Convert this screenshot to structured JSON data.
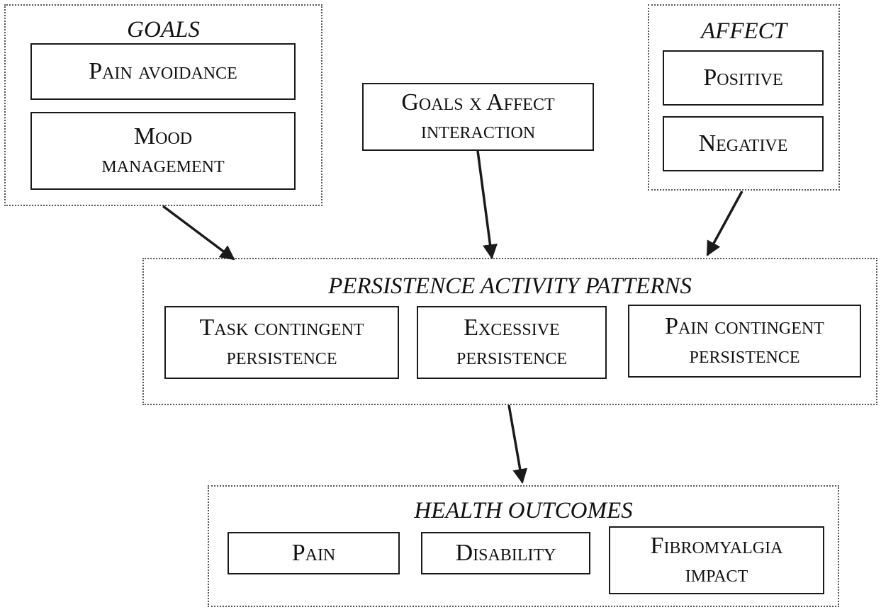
{
  "goals": {
    "title": "GOALS",
    "items": [
      {
        "line1": "Pain avoidance",
        "line2": ""
      },
      {
        "line1": "Mood",
        "line2": "management"
      }
    ]
  },
  "interaction": {
    "line1": "Goals x Affect",
    "line2": "interaction"
  },
  "affect": {
    "title": "AFFECT",
    "items": [
      {
        "line1": "Positive",
        "line2": ""
      },
      {
        "line1": "Negative",
        "line2": ""
      }
    ]
  },
  "persistence": {
    "title": "PERSISTENCE ACTIVITY PATTERNS",
    "items": [
      {
        "line1": "Task contingent",
        "line2": "persistence"
      },
      {
        "line1": "Excessive",
        "line2": "persistence"
      },
      {
        "line1": "Pain contingent",
        "line2": "persistence"
      }
    ]
  },
  "outcomes": {
    "title": "HEALTH OUTCOMES",
    "items": [
      {
        "line1": "Pain",
        "line2": ""
      },
      {
        "line1": "Disability",
        "line2": ""
      },
      {
        "line1": "Fibromyalgia",
        "line2": "impact"
      }
    ]
  },
  "colors": {
    "line": "#1a1a1a",
    "group_border": "#555555",
    "background": "#ffffff"
  }
}
